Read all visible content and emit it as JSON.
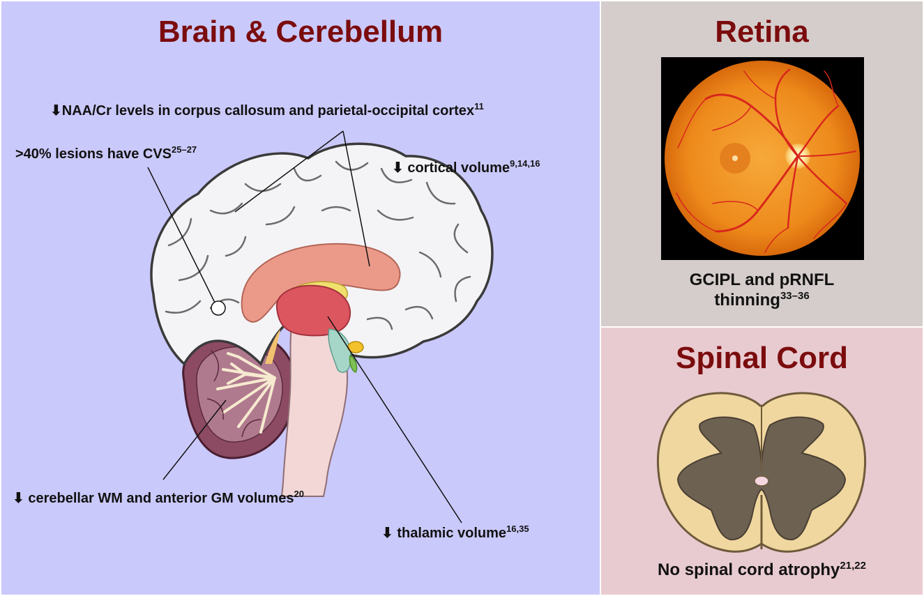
{
  "brain": {
    "title": "Brain & Cerebellum",
    "labels": {
      "naa": {
        "arrow": "⬇",
        "text": "NAA/Cr levels in corpus callosum and parietal-occipital cortex",
        "ref": "11"
      },
      "cvs": {
        "text": ">40% lesions have CVS",
        "ref": "25–27"
      },
      "cortical": {
        "arrow": "⬇",
        "text": " cortical volume",
        "ref": "9,14,16"
      },
      "cerebellar": {
        "arrow": "⬇",
        "text": " cerebellar WM and anterior GM volumes",
        "ref": "20"
      },
      "thalamic": {
        "arrow": "⬇",
        "text": " thalamic volume",
        "ref": "16,35"
      }
    }
  },
  "retina": {
    "title": "Retina",
    "caption_line1": "GCIPL and pRNFL",
    "caption_line2": "thinning",
    "ref": "33–36"
  },
  "spine": {
    "title": "Spinal Cord",
    "caption": "No spinal cord atrophy",
    "ref": "21,22"
  },
  "colors": {
    "brain_bg": "#cac9fb",
    "retina_bg": "#d5cdcb",
    "spine_bg": "#e8cbd1",
    "title": "#7b0c0d"
  }
}
